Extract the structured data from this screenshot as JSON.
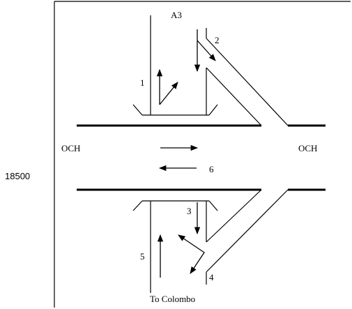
{
  "side_label": "18500",
  "labels": {
    "top_road": "A3",
    "bottom_road": "To Colombo",
    "left_road": "OCH",
    "right_road": "OCH"
  },
  "movements": [
    {
      "number": "1"
    },
    {
      "number": "2"
    },
    {
      "number": "3"
    },
    {
      "number": "4"
    },
    {
      "number": "5"
    },
    {
      "number": "6"
    }
  ]
}
